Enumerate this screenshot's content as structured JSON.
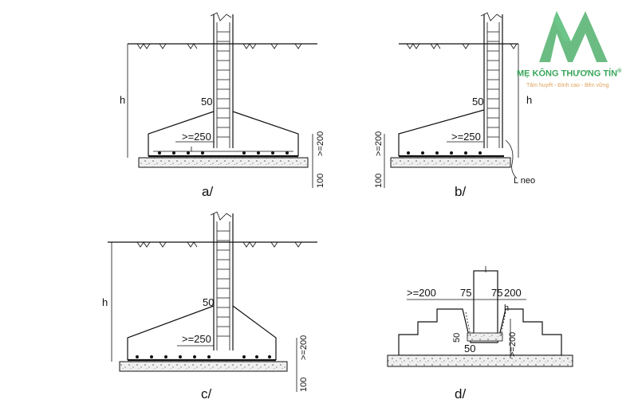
{
  "diagrams": [
    {
      "caption": "a/",
      "h": "h",
      "d50": "50",
      "d250": ">=250",
      "d200": ">=200",
      "d100": "100"
    },
    {
      "caption": "b/",
      "h": "h",
      "d50": "50",
      "d250": ">=250",
      "d200": ">=200",
      "d100": "100",
      "lneo": "L neo"
    },
    {
      "caption": "c/",
      "h": "h",
      "d50": "50",
      "d250": ">=250",
      "d200": ">=200",
      "d100": "100"
    },
    {
      "caption": "d/",
      "d200l": ">=200",
      "d75l": "75",
      "d75r": "75",
      "d200r": "200",
      "d50a": "50",
      "d50b": "50",
      "d200v": ">=200",
      "h": "h"
    }
  ],
  "watermark": {
    "brand": "MẸ KÔNG THƯƠNG TÍN",
    "reg": "®",
    "tagline": "Tâm huyết - Đỉnh cao - Bền vững",
    "colors": {
      "green": "#3aa65a",
      "orange": "#e0a25a"
    }
  }
}
